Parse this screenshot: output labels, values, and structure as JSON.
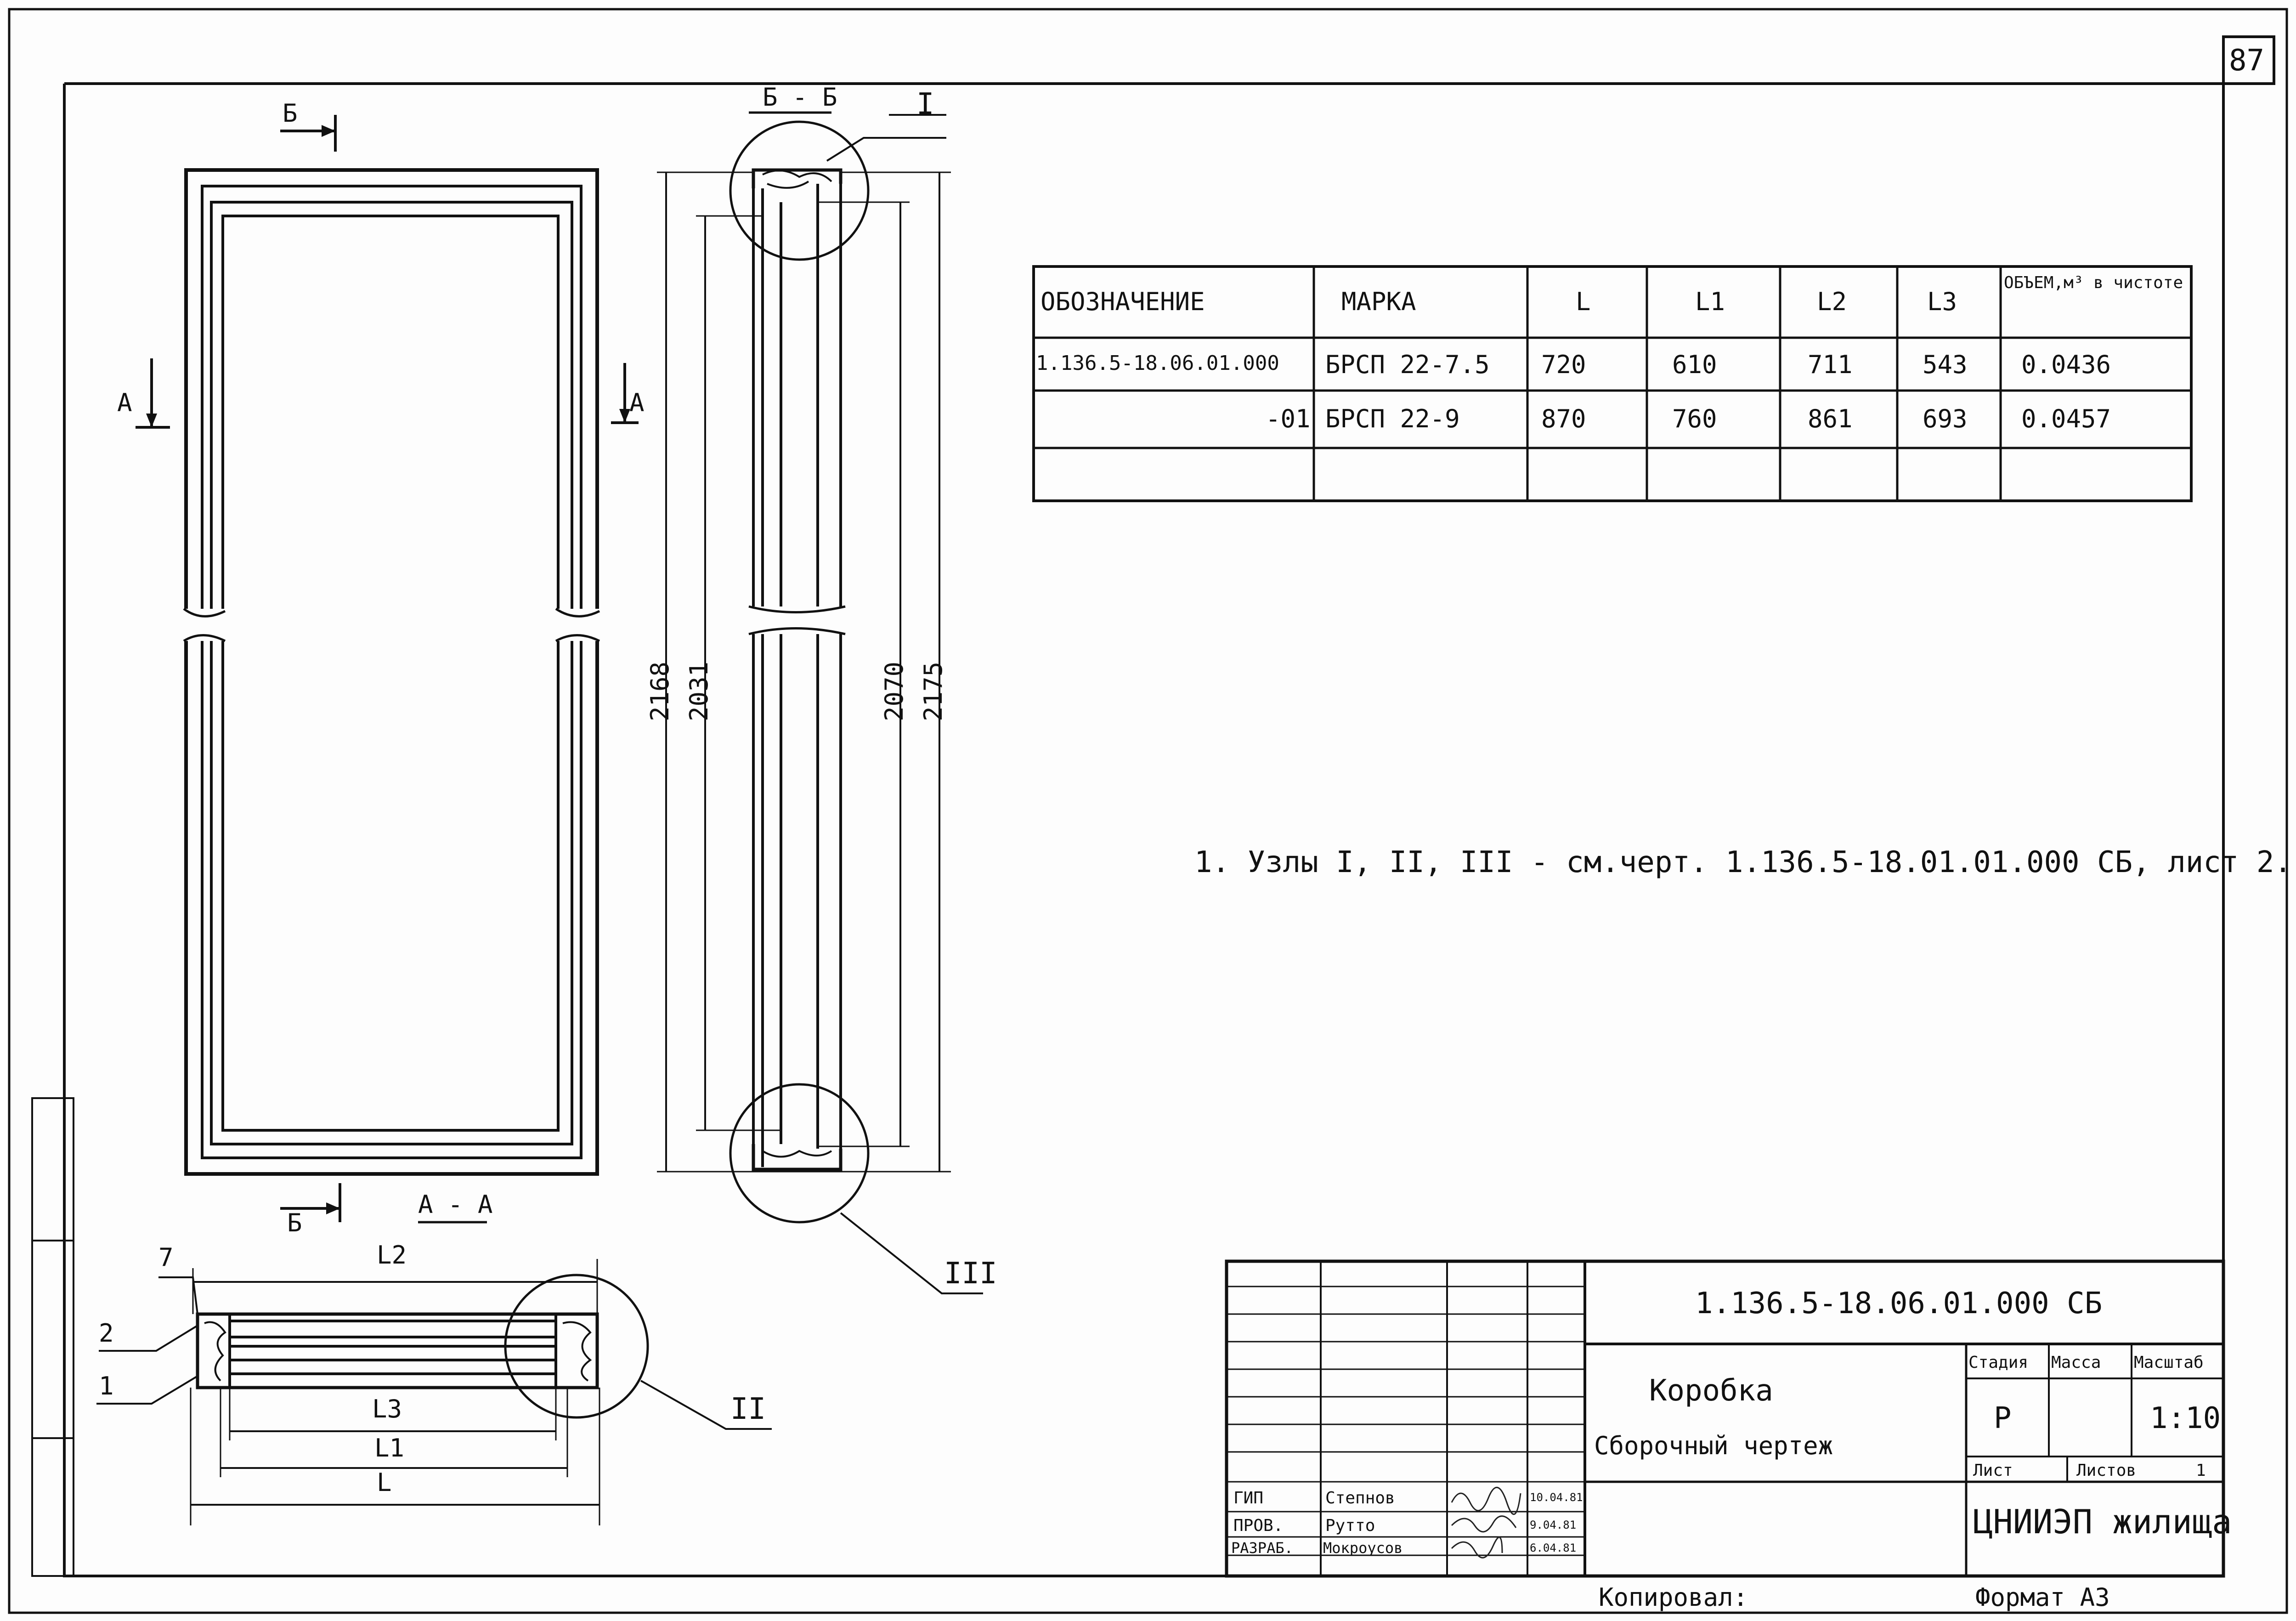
{
  "sheet": {
    "page_number": "87",
    "section_bb": "Б - Б",
    "section_aa": "А - А",
    "label_b": "Б",
    "label_a": "А",
    "callout_1": "I",
    "callout_2": "II",
    "callout_3": "III"
  },
  "dimensions": {
    "height_outer": "2168",
    "height_inner": "2031",
    "height_inner_right": "2070",
    "height_outer_right": "2175",
    "l2": "L2",
    "l3": "L3",
    "l1": "L1",
    "l": "L",
    "pos_7": "7",
    "pos_2": "2",
    "pos_1": "1"
  },
  "spec_table": {
    "headers": [
      "ОБОЗНАЧЕНИЕ",
      "МАРКА",
      "L",
      "L1",
      "L2",
      "L3",
      "ОБЪЕМ,м³ в чистоте"
    ],
    "rows": [
      [
        "1.136.5-18.06.01.000",
        "БРСП 22-7.5",
        "720",
        "610",
        "711",
        "543",
        "0.0436"
      ],
      [
        "-01",
        "БРСП 22-9",
        "870",
        "760",
        "861",
        "693",
        "0.0457"
      ],
      [
        "",
        "",
        "",
        "",
        "",
        "",
        ""
      ]
    ]
  },
  "note": "1. Узлы I, II, III - см.черт. 1.136.5-18.01.01.000 СБ, лист 2.",
  "title_block": {
    "doc_code": "1.136.5-18.06.01.000 СБ",
    "name_line1": "Коробка",
    "name_line2": "Сборочный чертеж",
    "stage_label": "Стадия",
    "mass_label": "Масса",
    "scale_label": "Масштаб",
    "stage_value": "Р",
    "scale_value": "1:10",
    "sheet_label": "Лист",
    "sheets_label": "Листов",
    "sheets_value": "1",
    "org": "ЦНИИЭП жилища",
    "roles": [
      {
        "role": "ГИП",
        "name": "Степнов",
        "date": "10.04.81"
      },
      {
        "role": "ПРОВ.",
        "name": "Рутто",
        "date": "9.04.81"
      },
      {
        "role": "РАЗРАБ.",
        "name": "Мокроусов",
        "date": "6.04.81"
      }
    ]
  },
  "footer": {
    "copied": "Копировал:",
    "format": "Формат А3"
  }
}
